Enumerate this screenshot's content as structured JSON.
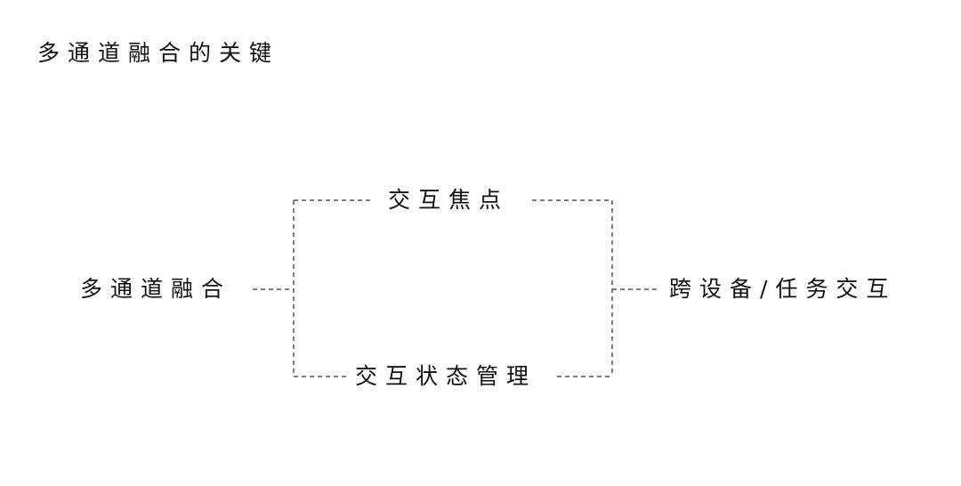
{
  "title": "多通道融合的关键",
  "diagram": {
    "source": "多通道融合",
    "top_branch": "交互焦点",
    "bottom_branch": "交互状态管理",
    "target": "跨设备/任务交互",
    "line_color": "#555555"
  }
}
